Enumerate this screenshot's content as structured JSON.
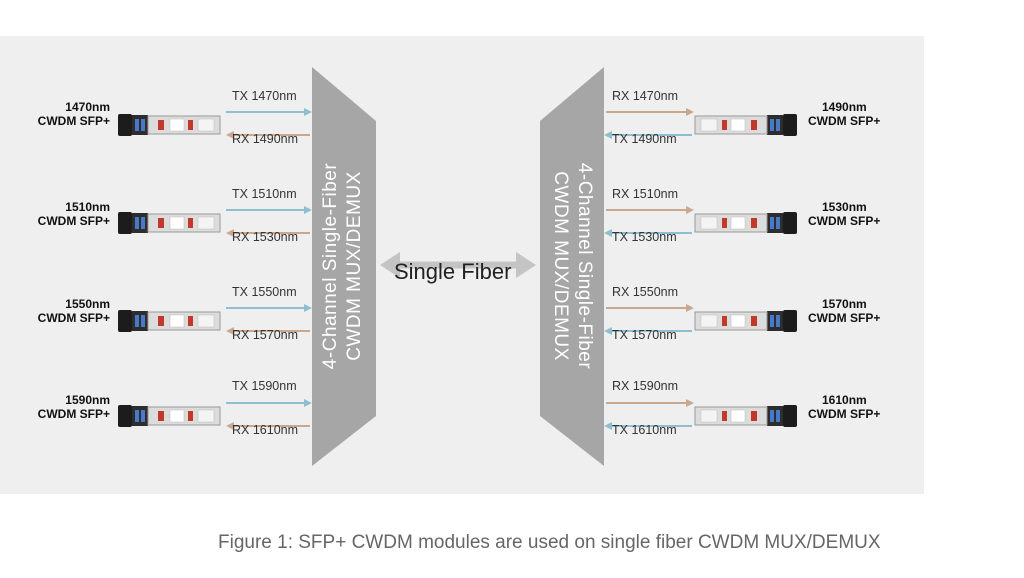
{
  "diagram": {
    "mux_label_lines": [
      "4-Channel Single-Fiber",
      "CWDM MUX/DEMUX"
    ],
    "center_label": "Single Fiber",
    "left_modules": [
      {
        "line1": "1470nm",
        "line2": "CWDM SFP+",
        "tx": "TX 1470nm",
        "rx": "RX 1490nm"
      },
      {
        "line1": "1510nm",
        "line2": "CWDM SFP+",
        "tx": "TX 1510nm",
        "rx": "RX 1530nm"
      },
      {
        "line1": "1550nm",
        "line2": "CWDM SFP+",
        "tx": "TX 1550nm",
        "rx": "RX 1570nm"
      },
      {
        "line1": "1590nm",
        "line2": "CWDM SFP+",
        "tx": "TX 1590nm",
        "rx": "RX 1610nm"
      }
    ],
    "right_modules": [
      {
        "line1": "1490nm",
        "line2": "CWDM SFP+",
        "rx": "RX 1470nm",
        "tx": "TX 1490nm"
      },
      {
        "line1": "1530nm",
        "line2": "CWDM SFP+",
        "rx": "RX 1510nm",
        "tx": "TX 1530nm"
      },
      {
        "line1": "1570nm",
        "line2": "CWDM SFP+",
        "rx": "RX 1550nm",
        "tx": "TX 1570nm"
      },
      {
        "line1": "1610nm",
        "line2": "CWDM SFP+",
        "rx": "RX 1590nm",
        "tx": "TX 1610nm"
      }
    ],
    "colors": {
      "panel": "#efefef",
      "mux": "#a6a6a6",
      "tx_arrow": "#8fbfcf",
      "rx_arrow": "#c9a88f",
      "fiber_arrow": "#c4c4c4"
    }
  },
  "caption": "Figure 1: SFP+ CWDM modules are used on single fiber CWDM MUX/DEMUX"
}
